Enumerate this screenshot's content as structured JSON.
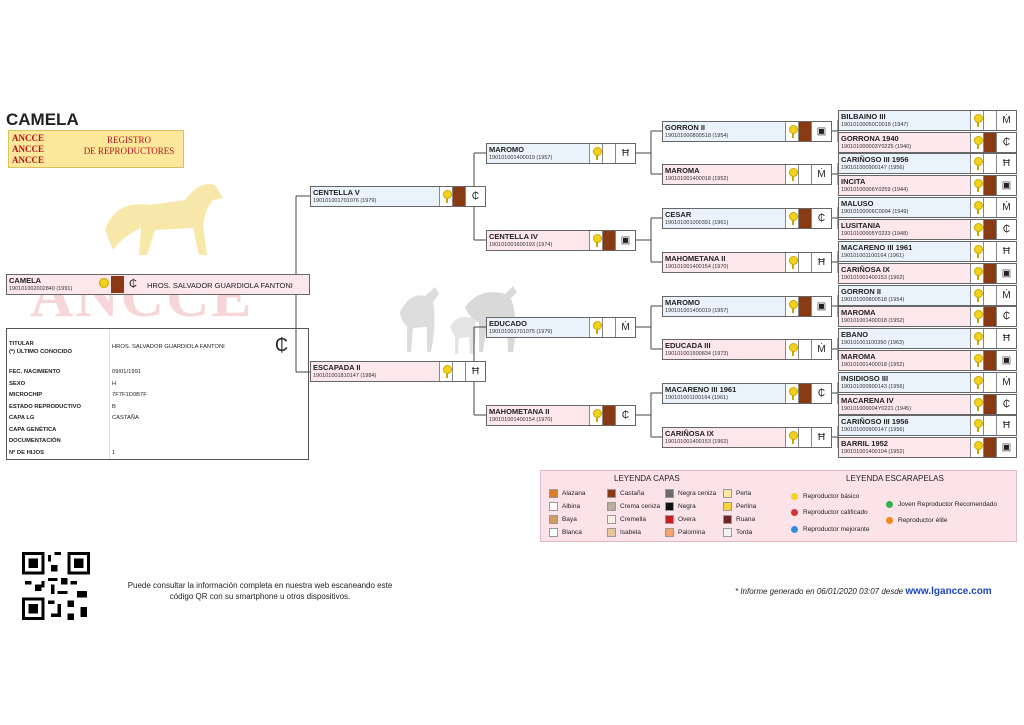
{
  "header": {
    "title": "CAMELA",
    "logo_brand": [
      "ANCCE",
      "ANCCE",
      "ANCCE"
    ],
    "logo_registry": [
      "REGISTRO",
      "DE REPRODUCTORES"
    ],
    "watermark": "ANCCE"
  },
  "subject": {
    "name": "CAMELA",
    "reg": "190101002002840 (1991)",
    "owner": "HROS. SALVADOR GUARDIOLA FANTONI"
  },
  "info": {
    "labels": [
      "TITULAR\n(*) ÚLTIMO CONOCIDO",
      "FEC. NACIMIENTO",
      "SEXO",
      "MICROCHIP",
      "ESTADO REPRODUCTIVO",
      "CAPA LG",
      "CAPA GENÉTICA",
      "DOCUMENTACIÓN",
      "Nº DE HIJOS"
    ],
    "values": [
      "HROS. SALVADOR GUARDIOLA FANTONI",
      "09/01/1991",
      "H",
      "7F7F1D0B7F",
      "B",
      "CASTAÑA",
      "",
      "",
      "1"
    ]
  },
  "gen1": [
    {
      "name": "CENTELLA V",
      "reg": "190101001701076 (1979)"
    },
    {
      "name": "ESCAPADA II",
      "reg": "190101001810147 (1984)"
    }
  ],
  "gen2": [
    {
      "name": "MAROMO",
      "reg": "190101001400019 (1957)"
    },
    {
      "name": "CENTELLA IV",
      "reg": "190101001600193 (1974)"
    },
    {
      "name": "EDUCADO",
      "reg": "190101001701075 (1979)"
    },
    {
      "name": "MAHOMETANA II",
      "reg": "190101001400154 (1970)"
    }
  ],
  "gen3": [
    {
      "name": "GORRON II",
      "reg": "190101000800518 (1954)"
    },
    {
      "name": "MAROMA",
      "reg": "190101001400018 (1952)"
    },
    {
      "name": "CESAR",
      "reg": "190101001000391 (1961)"
    },
    {
      "name": "MAHOMETANA II",
      "reg": "190101001400154 (1970)"
    },
    {
      "name": "MAROMO",
      "reg": "190101001400019 (1957)"
    },
    {
      "name": "EDUCADA III",
      "reg": "190101001500834 (1973)"
    },
    {
      "name": "MACARENO III 1961",
      "reg": "190101001100164 (1961)"
    },
    {
      "name": "CARIÑOSA IX",
      "reg": "190101001400153 (1962)"
    }
  ],
  "gen4": [
    {
      "name": "BILBAINO III",
      "reg": "19010100050C0018 (1947)"
    },
    {
      "name": "GORRONA 1940",
      "reg": "190101000003Y0225 (1940)"
    },
    {
      "name": "CARIÑOSO III 1956",
      "reg": "190101000900147 (1956)"
    },
    {
      "name": "INCITA",
      "reg": "19010100006Y0259 (1944)"
    },
    {
      "name": "MALUSO",
      "reg": "19010100006C0094 (1949)"
    },
    {
      "name": "LUSITANIA",
      "reg": "19010100005Y0233 (1948)"
    },
    {
      "name": "MACARENO III 1961",
      "reg": "190101001100164 (1961)"
    },
    {
      "name": "CARIÑOSA IX",
      "reg": "190101001400153 (1962)"
    },
    {
      "name": "GORRON II",
      "reg": "190101000800518 (1954)"
    },
    {
      "name": "MAROMA",
      "reg": "190101001400018 (1952)"
    },
    {
      "name": "EBANO",
      "reg": "190101001100350 (1963)"
    },
    {
      "name": "MAROMA",
      "reg": "190101001400018 (1952)"
    },
    {
      "name": "INSIDIOSO III",
      "reg": "190101000900143 (1956)"
    },
    {
      "name": "MACARENA IV",
      "reg": "190101000004Y0221 (1945)"
    },
    {
      "name": "CARIÑOSO III 1956",
      "reg": "190101000900147 (1956)"
    },
    {
      "name": "BARRIL 1952",
      "reg": "190101001400104 (1952)"
    }
  ],
  "legend_capas": {
    "title": "LEYENDA CAPAS",
    "items": [
      {
        "label": "Alazana",
        "color": "#e07a2a"
      },
      {
        "label": "Castaña",
        "color": "#8a3a12"
      },
      {
        "label": "Negra ceniza",
        "color": "#6b6b6b"
      },
      {
        "label": "Perla",
        "color": "#fbe6a8"
      },
      {
        "label": "Albina",
        "color": "#ffffff"
      },
      {
        "label": "Crema ceniza",
        "color": "#b8aea0"
      },
      {
        "label": "Negra",
        "color": "#111111"
      },
      {
        "label": "Perlina",
        "color": "#f7d23b"
      },
      {
        "label": "Baya",
        "color": "#d49b62"
      },
      {
        "label": "Cremella",
        "color": "#f6efe3"
      },
      {
        "label": "Overa",
        "color": "#c81e1e"
      },
      {
        "label": "Ruana",
        "color": "#6d2424"
      },
      {
        "label": "Blanca",
        "color": "#ffffff"
      },
      {
        "label": "Isabela",
        "color": "#e8c79a"
      },
      {
        "label": "Palomina",
        "color": "#f2a66b"
      },
      {
        "label": "Torda",
        "color": "#f2f2f2"
      }
    ]
  },
  "legend_escarapelas": {
    "title": "LEYENDA ESCARAPELAS",
    "items": [
      {
        "label": "Reproductor básico",
        "color": "#f2d21c"
      },
      {
        "label": "Joven Reproductor Recomendado",
        "color": "#2fb34a"
      },
      {
        "label": "Reproductor calificado",
        "color": "#d6323a"
      },
      {
        "label": "Reproductor élite",
        "color": "#f08a1c"
      },
      {
        "label": "Reproductor mejorante",
        "color": "#2f8fd8"
      }
    ]
  },
  "footer": {
    "qr_text_1": "Puede consultar la información completa en nuestra web escaneando este",
    "qr_text_2": "código QR con su smartphone u otros dispositivos.",
    "generated": "* Informe generado en 06/01/2020 03:07 desde",
    "site": "www.lgancce.com"
  }
}
